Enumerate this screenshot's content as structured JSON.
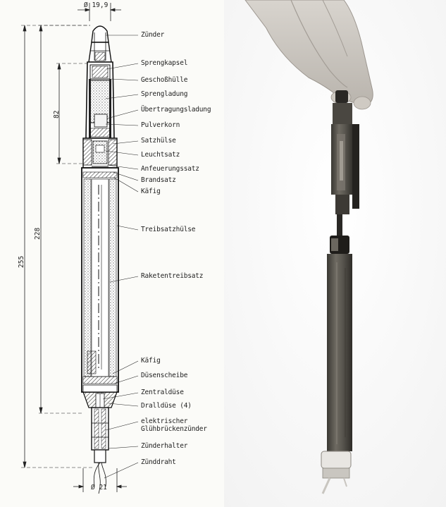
{
  "diagram": {
    "dimensions": {
      "top_diameter": "Ø 19,9",
      "bottom_diameter": "Ø 21",
      "length_82": "82",
      "length_228": "228",
      "length_255": "255"
    },
    "labels": [
      "Zünder",
      "Sprengkapsel",
      "Geschoßhülle",
      "Sprengladung",
      "Übertragungsladung",
      "Pulverkorn",
      "Satzhülse",
      "Leuchtsatz",
      "Anfeuerungssatz",
      "Brandsatz",
      "Käfig",
      "Treibsatzhülse",
      "Raketentreibsatz",
      "Käfig",
      "Düsenscheibe",
      "Zentraldüse",
      "Dralldüse (4)",
      "elektrischer",
      "Glühbrückenzünder",
      "Zünderhalter",
      "Zünddraht"
    ]
  },
  "colors": {
    "ink": "#1e1e1e",
    "photo_background": "#ffffff",
    "tube": "#5a5750",
    "hand": "#c9c5bf"
  }
}
